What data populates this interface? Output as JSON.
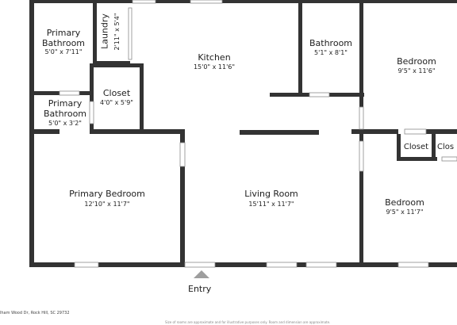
{
  "rooms": {
    "primary_bathroom_1": {
      "name": "Primary\nBathroom",
      "dims": "5'0\" x 7'11\""
    },
    "laundry": {
      "name": "Laundry",
      "dims": "2'11\" x 5'4\""
    },
    "kitchen": {
      "name": "Kitchen",
      "dims": "15'0\" x 11'6\""
    },
    "bathroom": {
      "name": "Bathroom",
      "dims": "5'1\" x 8'1\""
    },
    "bedroom_1": {
      "name": "Bedroom",
      "dims": "9'5\" x 11'6\""
    },
    "closet_1": {
      "name": "Closet",
      "dims": "4'0\" x 5'9\""
    },
    "primary_bathroom_2": {
      "name": "Primary\nBathroom",
      "dims": "5'0\" x 3'2\""
    },
    "closet_2": {
      "name": "Closet"
    },
    "closet_3": {
      "name": "Clos"
    },
    "primary_bedroom": {
      "name": "Primary Bedroom",
      "dims": "12'10\" x 11'7\""
    },
    "living_room": {
      "name": "Living Room",
      "dims": "15'11\" x 11'7\""
    },
    "bedroom_2": {
      "name": "Bedroom",
      "dims": "9'5\" x 11'7\""
    }
  },
  "entry_label": "Entry",
  "address": "lham Wood Dr, Rock Hill, SC 29732",
  "disclaimer": "Size of rooms are approximate and for illustrative purposes only. Room and dimension are approximate.",
  "colors": {
    "wall": "#333333",
    "window": "#cfcfcf",
    "background": "#ffffff"
  }
}
